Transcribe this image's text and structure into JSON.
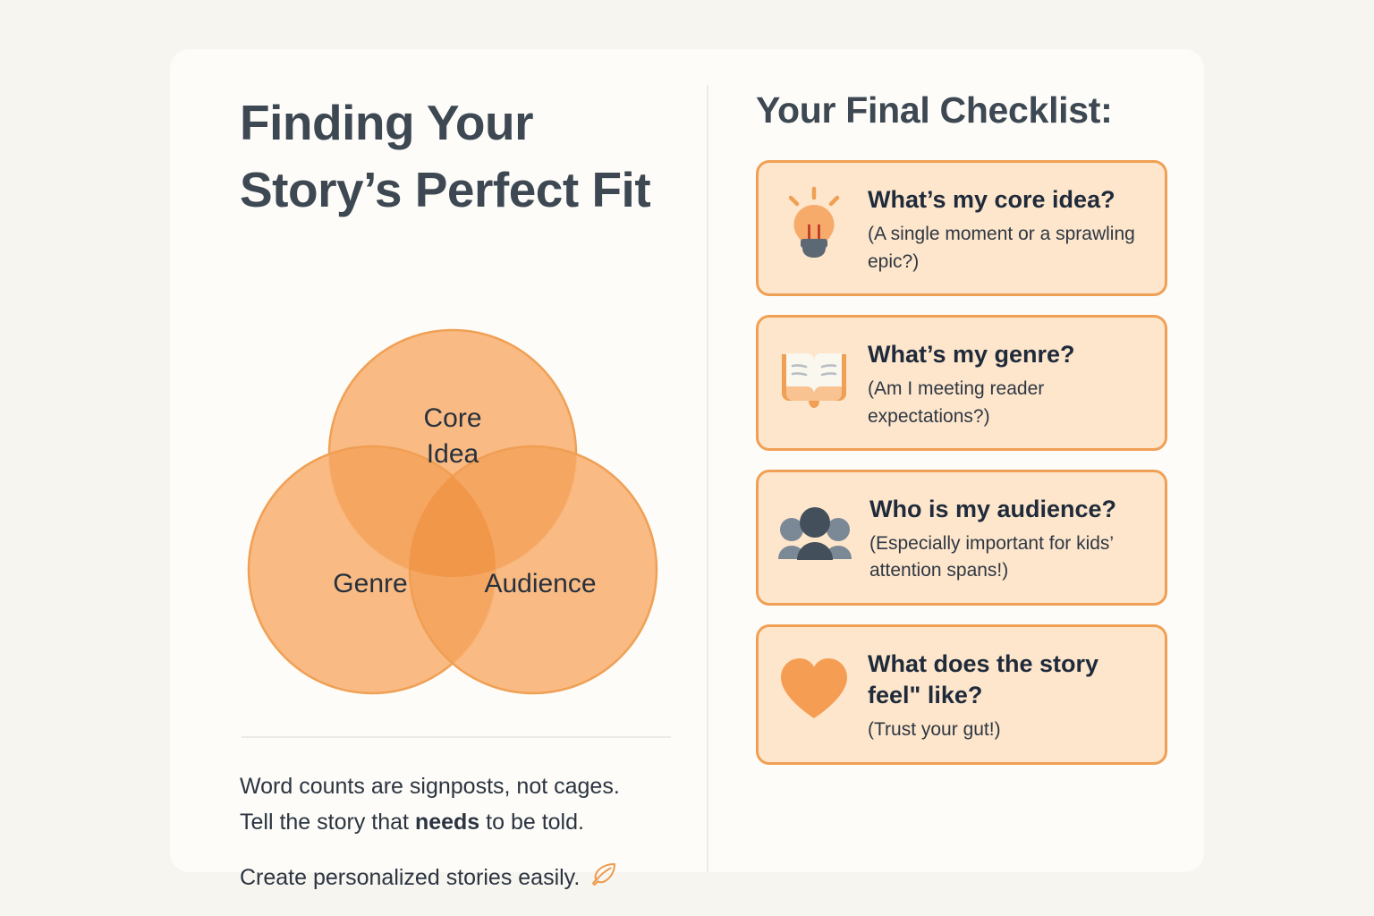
{
  "theme": {
    "page_background": "#f7f5f0",
    "panel_background": "#fdfcf8",
    "accent_orange": "#f0a055",
    "card_background": "#fde6cc",
    "heading_color": "#3d4853",
    "card_heading_color": "#1f2a3a",
    "venn_fill": "#f9b172"
  },
  "left": {
    "title": "Finding Your Story’s Perfect Fit",
    "venn": {
      "circles": [
        {
          "id": "core-idea",
          "label_line1": "Core",
          "label_line2": "Idea",
          "position": "top"
        },
        {
          "id": "genre",
          "label_line1": "Genre",
          "label_line2": "",
          "position": "bottom-left"
        },
        {
          "id": "audience",
          "label_line1": "Audience",
          "label_line2": "",
          "position": "bottom-right"
        }
      ]
    },
    "blurb": {
      "line1": "Word counts are signposts, not cages.",
      "line2_part1": "Tell the story that ",
      "line2_bold": "needs",
      "line2_part2": " to be told.",
      "cta": "Create personalized stories easily.",
      "cta_icon": "feather-quill-icon"
    }
  },
  "right": {
    "title": "Your Final Checklist:",
    "cards": [
      {
        "icon": "lightbulb-icon",
        "heading": "What’s my core idea?",
        "sub": "(A single moment or a sprawling epic?)"
      },
      {
        "icon": "open-book-icon",
        "heading": "What’s my genre?",
        "sub": "(Am I meeting reader expectations?)"
      },
      {
        "icon": "people-group-icon",
        "heading": "Who is my audience?",
        "sub": "(Especially important for kids’ attention spans!)"
      },
      {
        "icon": "heart-icon",
        "heading": "What does the story feel\" like?",
        "sub": "(Trust your gut!)"
      }
    ]
  }
}
